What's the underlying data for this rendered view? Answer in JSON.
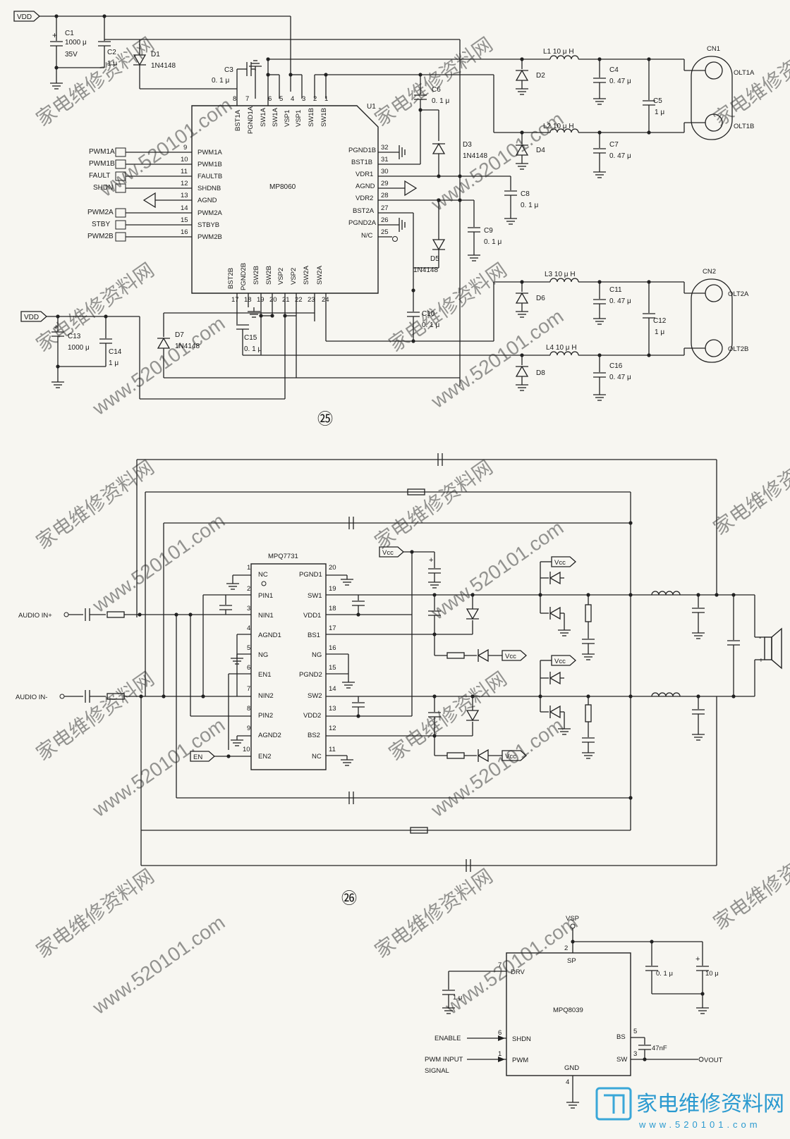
{
  "figures": {
    "fig25": {
      "number": "㉕"
    },
    "fig26": {
      "number": "㉖"
    },
    "fig27": {
      "number": ""
    }
  },
  "watermark": {
    "cn": "家电维修资料网",
    "url": "www.520101.com"
  },
  "logo": {
    "cn": "家电维修资料网",
    "url": "www.520101.com"
  },
  "c25": {
    "chip_name": "MP8060",
    "chip_ref": "U1",
    "vdd": "VDD",
    "left_inputs": [
      "PWM1A",
      "PWM1B",
      "FAULT",
      "SHDN",
      "",
      "PWM2A",
      "STBY",
      "PWM2B"
    ],
    "left_pins": [
      {
        "num": "9",
        "name": "PWM1A"
      },
      {
        "num": "10",
        "name": "PWM1B"
      },
      {
        "num": "11",
        "name": "FAULTB"
      },
      {
        "num": "12",
        "name": "SHDNB"
      },
      {
        "num": "13",
        "name": "AGND"
      },
      {
        "num": "14",
        "name": "PWM2A"
      },
      {
        "num": "15",
        "name": "STBYB"
      },
      {
        "num": "16",
        "name": "PWM2B"
      }
    ],
    "top_pins": [
      {
        "num": "8",
        "name": "BST1A"
      },
      {
        "num": "7",
        "name": "PGND1A"
      },
      {
        "num": "6",
        "name": "SW1A"
      },
      {
        "num": "5",
        "name": "SW1A"
      },
      {
        "num": "4",
        "name": "VSP1"
      },
      {
        "num": "3",
        "name": "VSP1"
      },
      {
        "num": "2",
        "name": "SW1B"
      },
      {
        "num": "1",
        "name": "SW1B"
      }
    ],
    "right_pins": [
      {
        "num": "32",
        "name": "PGND1B"
      },
      {
        "num": "31",
        "name": "BST1B"
      },
      {
        "num": "30",
        "name": "VDR1"
      },
      {
        "num": "29",
        "name": "AGND"
      },
      {
        "num": "28",
        "name": "VDR2"
      },
      {
        "num": "27",
        "name": "BST2A"
      },
      {
        "num": "26",
        "name": "PGND2A"
      },
      {
        "num": "25",
        "name": "N/C"
      }
    ],
    "bottom_pins": [
      {
        "num": "17",
        "name": "BST2B"
      },
      {
        "num": "18",
        "name": "PGND2B"
      },
      {
        "num": "19",
        "name": "SW2B"
      },
      {
        "num": "20",
        "name": "SW2B"
      },
      {
        "num": "21",
        "name": "VSP2"
      },
      {
        "num": "22",
        "name": "VSP2"
      },
      {
        "num": "23",
        "name": "SW2A"
      },
      {
        "num": "24",
        "name": "SW2A"
      }
    ],
    "parts": {
      "C1": "C1",
      "C1v": "1000 μ",
      "C1r": "35V",
      "C2": "C2",
      "C2v": "1 μ",
      "D1": "D1",
      "D1v": "1N4148",
      "C3": "C3",
      "C3v": "0. 1 μ",
      "C6": "C6",
      "C6v": "0. 1 μ",
      "D3": "D3",
      "D3v": "1N4148",
      "C8": "C8",
      "C8v": "0. 1 μ",
      "C9": "C9",
      "C9v": "0. 1 μ",
      "D5": "D5",
      "D5v": "1N4148",
      "C10": "C10",
      "C10v": "0. 1 μ",
      "C13": "C13",
      "C13v": "1000 μ",
      "C14": "C14",
      "C14v": "1 μ",
      "C15": "C15",
      "C15v": "0. 1 μ",
      "D7": "D7",
      "D7v": "1N4148",
      "L1": "L1  10 μ H",
      "L2": "L2  10 μ H",
      "L3": "L3  10 μ H",
      "L4": "L4  10 μ H",
      "D2": "D2",
      "D4": "D4",
      "D6": "D6",
      "D8": "D8",
      "C4": "C4",
      "C4v": "0. 47 μ",
      "C5": "C5",
      "C5v": "1 μ",
      "C7": "C7",
      "C7v": "0. 47 μ",
      "C11": "C11",
      "C11v": "0. 47 μ",
      "C12": "C12",
      "C12v": "1 μ",
      "C16": "C16",
      "C16v": "0. 47 μ",
      "CN1": "CN1",
      "CN2": "CN2",
      "OLT1A": "OLT1A",
      "OLT1B": "OLT1B",
      "OLT2A": "OLT2A",
      "OLT2B": "OLT2B"
    }
  },
  "c26": {
    "chip_name": "MPQ7731",
    "left_pins": [
      {
        "num": "1",
        "name": "NC"
      },
      {
        "num": "2",
        "name": "PIN1"
      },
      {
        "num": "3",
        "name": "NIN1"
      },
      {
        "num": "4",
        "name": "AGND1"
      },
      {
        "num": "5",
        "name": "NG"
      },
      {
        "num": "6",
        "name": "EN1"
      },
      {
        "num": "7",
        "name": "NIN2"
      },
      {
        "num": "8",
        "name": "PIN2"
      },
      {
        "num": "9",
        "name": "AGND2"
      },
      {
        "num": "10",
        "name": "EN2"
      }
    ],
    "right_pins": [
      {
        "num": "20",
        "name": "PGND1"
      },
      {
        "num": "19",
        "name": "SW1"
      },
      {
        "num": "18",
        "name": "VDD1"
      },
      {
        "num": "17",
        "name": "BS1"
      },
      {
        "num": "16",
        "name": "NG"
      },
      {
        "num": "15",
        "name": "PGND2"
      },
      {
        "num": "14",
        "name": "SW2"
      },
      {
        "num": "13",
        "name": "VDD2"
      },
      {
        "num": "12",
        "name": "BS2"
      },
      {
        "num": "11",
        "name": "NC"
      }
    ],
    "audio_in_pos": "AUDIO IN+",
    "audio_in_neg": "AUDIO IN-",
    "en": "EN",
    "vcc": "Vcc"
  },
  "c27": {
    "chip_name": "MPQ8039",
    "vsp": "VSP",
    "pins": [
      {
        "num": "7",
        "name": "DRV"
      },
      {
        "num": "6",
        "name": "SHDN"
      },
      {
        "num": "1",
        "name": "PWM"
      },
      {
        "num": "2",
        "name": "SP"
      },
      {
        "num": "5",
        "name": "BS"
      },
      {
        "num": "3",
        "name": "SW"
      },
      {
        "num": "4",
        "name": "GND"
      }
    ],
    "enable": "ENABLE",
    "pwm_input": "PWM INPUT",
    "signal": "SIGNAL",
    "vout": "VOUT",
    "c_drv": "1 μ",
    "c_bs": "47nF",
    "c_sp1": "0. 1 μ",
    "c_sp2": "10 μ"
  }
}
